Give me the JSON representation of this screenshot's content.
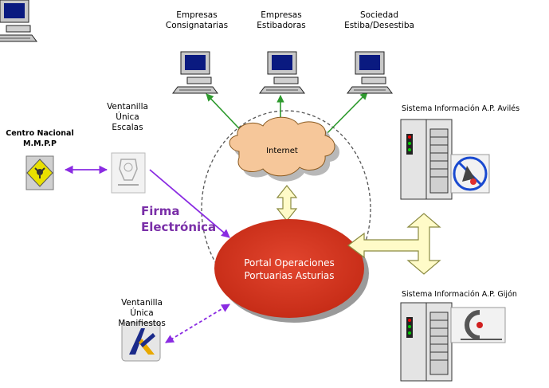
{
  "labels": {
    "empresas_consignatarias": [
      "Empresas",
      "Consignatarias"
    ],
    "empresas_estibadoras": [
      "Empresas",
      "Estibadoras"
    ],
    "sociedad_estiba": [
      "Sociedad",
      "Estiba/Desestiba"
    ],
    "ventanilla_escalas": [
      "Ventanilla",
      "Única",
      "Escalas"
    ],
    "centro_nacional": [
      "Centro Nacional",
      "M.M.P.P"
    ],
    "ventanilla_manifiestos": [
      "Ventanilla",
      "Única",
      "Manifiestos"
    ],
    "internet": "Internet",
    "firma_electronica": [
      "Firma",
      "Electrónica"
    ],
    "portal": [
      "Portal Operaciones",
      "Portuarias Asturias"
    ],
    "sistema_aviles": "Sistema Información A.P. Avilés",
    "sistema_gijon": "Sistema Información A.P. Gijón"
  },
  "colors": {
    "green_link": "#2e9a2e",
    "purple_link": "#8a2be2",
    "portal_fill": "#d8321e",
    "cloud_fill": "#f6c79a",
    "arrow_fill": "#fffbc8",
    "arrow_stroke": "#8a8a40",
    "label_purple": "#7a2fa8"
  },
  "icons": [
    "computer-icon",
    "document-icon",
    "hazard-icon",
    "aeat-logo-icon",
    "server-icon",
    "no-symbol-icon",
    "aviles-logo-icon",
    "gijon-logo-icon"
  ]
}
